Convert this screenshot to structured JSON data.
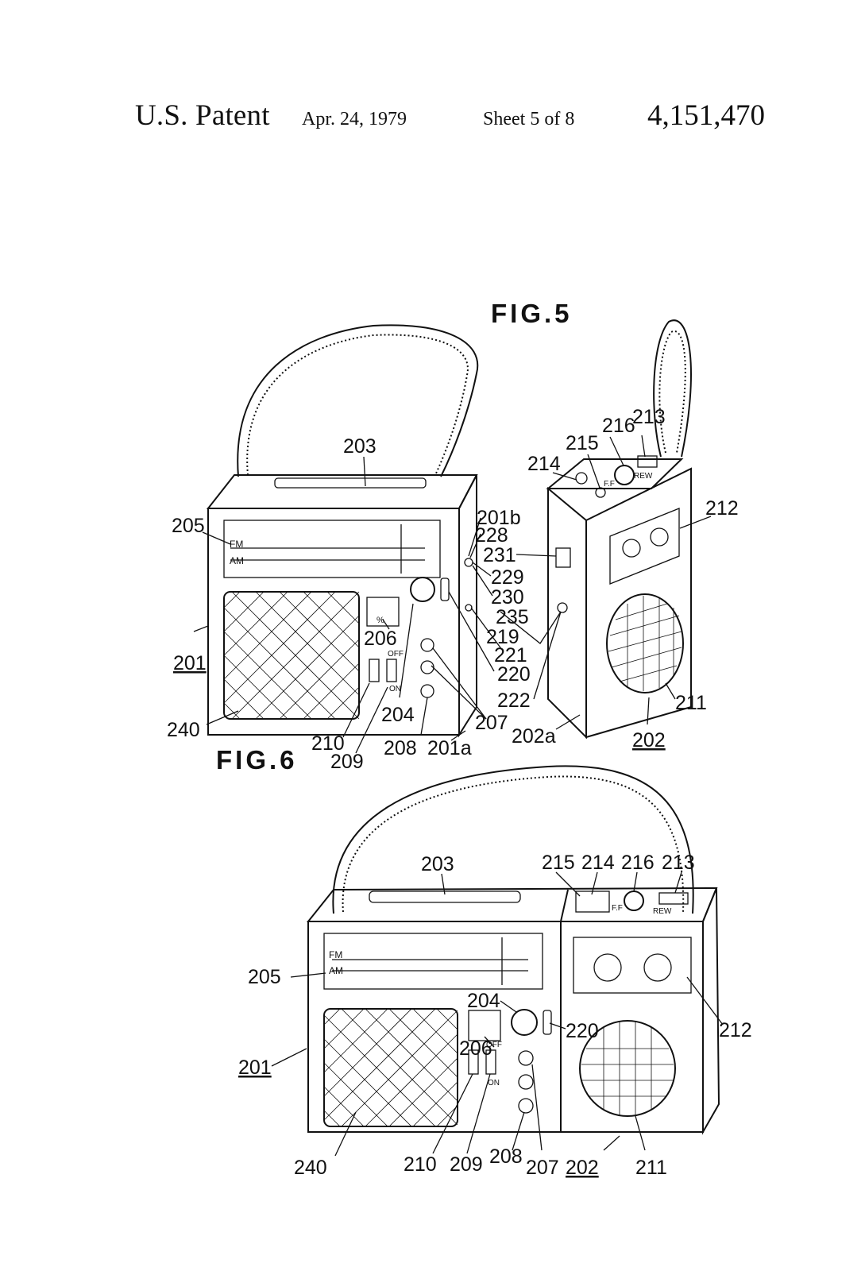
{
  "header": {
    "title": "U.S. Patent",
    "date": "Apr. 24, 1979",
    "sheet": "Sheet 5 of 8",
    "patent_number": "4,151,470"
  },
  "figures": {
    "fig5": {
      "caption": "FIG.5",
      "labels": [
        "203",
        "205",
        "201",
        "240",
        "210",
        "209",
        "206",
        "204",
        "208",
        "201a",
        "207",
        "220",
        "221",
        "219",
        "235",
        "230",
        "229",
        "231",
        "228",
        "201b",
        "214",
        "215",
        "216",
        "213",
        "212",
        "222",
        "202a",
        "211",
        "202"
      ],
      "control_text": [
        "FM",
        "AM",
        "%",
        "OFF",
        "ON",
        "F.F",
        "REW"
      ]
    },
    "fig6": {
      "caption": "FIG.6",
      "labels": [
        "203",
        "215",
        "214",
        "216",
        "213",
        "205",
        "204",
        "220",
        "206",
        "212",
        "201",
        "240",
        "210",
        "209",
        "208",
        "207",
        "202",
        "211"
      ],
      "control_text": [
        "FM",
        "AM",
        "OFF",
        "ON",
        "F.F",
        "REW"
      ]
    }
  }
}
